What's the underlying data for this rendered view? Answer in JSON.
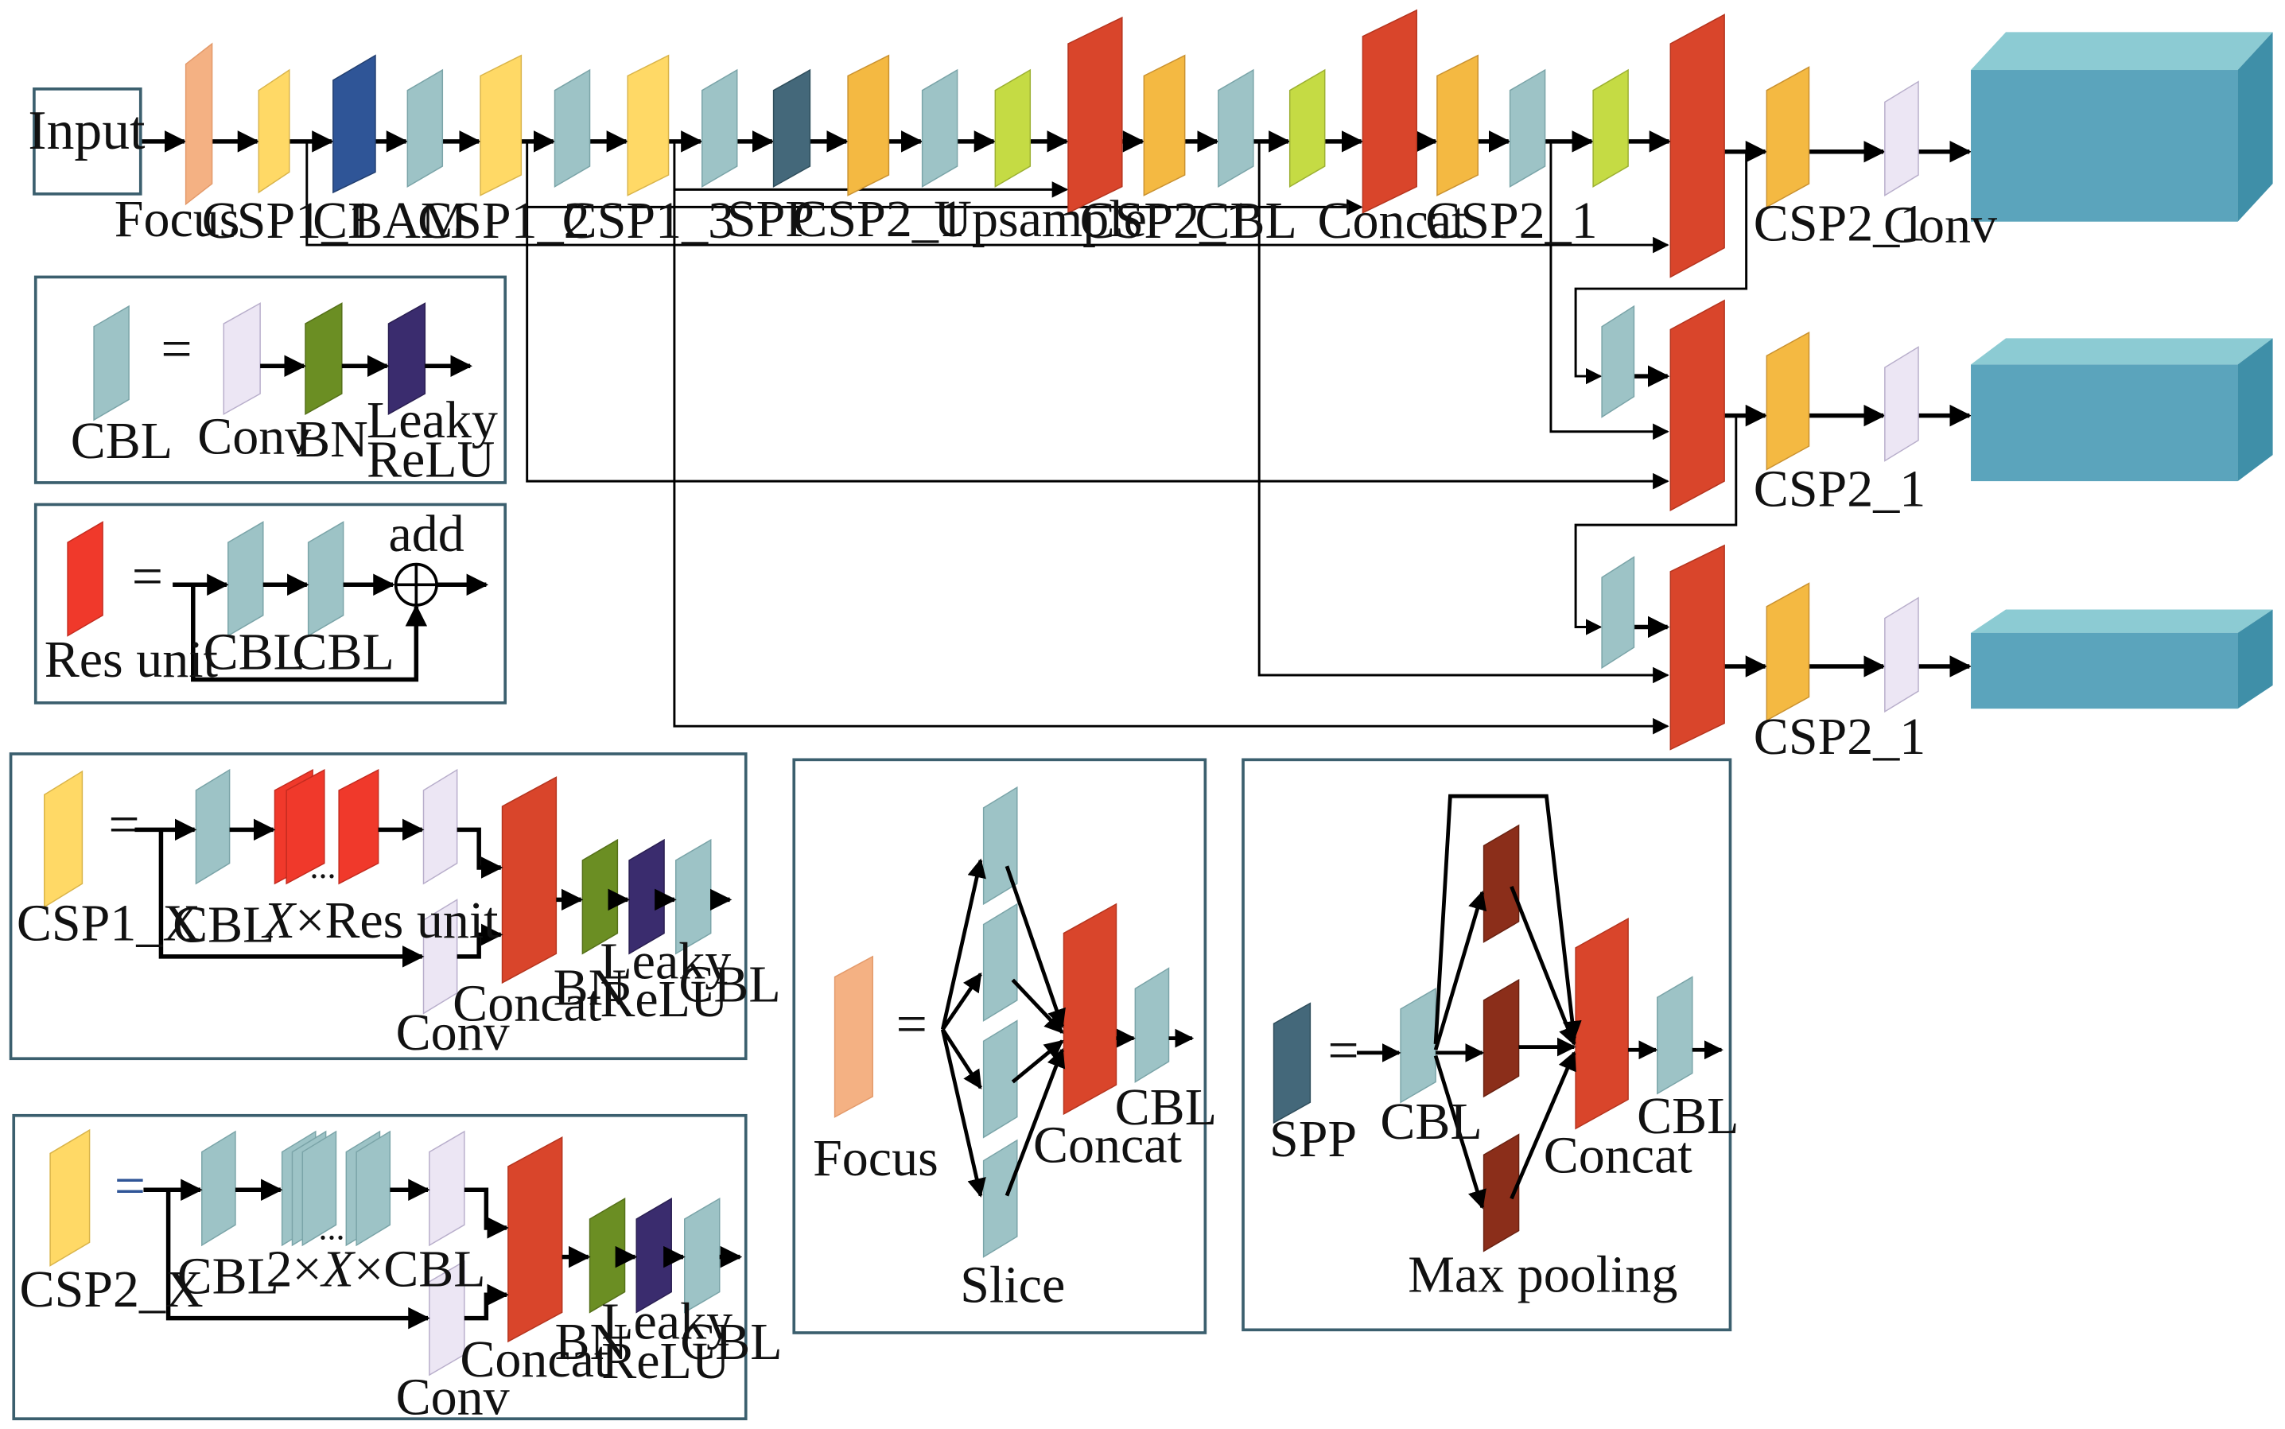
{
  "colors": {
    "focus": "#F4B183",
    "csp1": "#FFD966",
    "csp2": "#F4B942",
    "cbam": "#2F5597",
    "cbl": "#9DC3C6",
    "spp": "#44687A",
    "upsample": "#C5DB44",
    "concat": "#D9452B",
    "res": "#F0392B",
    "conv": "#ECE6F4",
    "bn": "#6B8E23",
    "leaky": "#3A2C6E",
    "maxpool": "#8B2E1A",
    "output": "#5BA4BC"
  },
  "main": {
    "input_label": "Input",
    "labels": {
      "focus": "Focus",
      "csp1_1": "CSP1_1",
      "cbam": "CBAM",
      "csp1_2": "CSP1_2",
      "csp1_3": "CSP1_3",
      "spp": "SPP",
      "csp2_1_a": "CSP2_1",
      "upsample": "Upsample",
      "csp2_1_b": "CSP2_1",
      "cbl": "CBL",
      "concat": "Concat",
      "csp2_1_c": "CSP2_1",
      "head1_csp": "CSP2_1",
      "head1_conv": "Conv",
      "head2_csp": "CSP2_1",
      "head3_csp": "CSP2_1"
    }
  },
  "legend_cbl": {
    "eq": "=",
    "cbl": "CBL",
    "conv": "Conv",
    "bn": "BN",
    "leaky1": "Leaky",
    "leaky2": "ReLU"
  },
  "legend_res": {
    "eq": "=",
    "res": "Res unit",
    "add": "add",
    "cbl1": "CBL",
    "cbl2": "CBL"
  },
  "legend_csp1": {
    "eq": "=",
    "name": "CSP1_X",
    "cbl": "CBL",
    "dots": "...",
    "xres_x": "X",
    "xres_rest": "×Res unit",
    "concat": "Concat",
    "bn": "BN",
    "leaky1": "Leaky",
    "leaky2": "ReLU",
    "cbl_end": "CBL",
    "conv": "Conv"
  },
  "legend_csp2": {
    "eq": "=",
    "name": "CSP2_X",
    "cbl": "CBL",
    "dots": "...",
    "xcbl_pre": "2×",
    "xcbl_x": "X",
    "xcbl_post": "×CBL",
    "concat": "Concat",
    "bn": "BN",
    "leaky1": "Leaky",
    "leaky2": "ReLU",
    "cbl_end": "CBL",
    "conv": "Conv"
  },
  "legend_focus": {
    "eq": "=",
    "focus": "Focus",
    "concat": "Concat",
    "cbl": "CBL",
    "slice": "Slice"
  },
  "legend_spp": {
    "eq": "=",
    "spp": "SPP",
    "cbl": "CBL",
    "concat": "Concat",
    "cbl_end": "CBL",
    "maxpool": "Max pooling"
  }
}
